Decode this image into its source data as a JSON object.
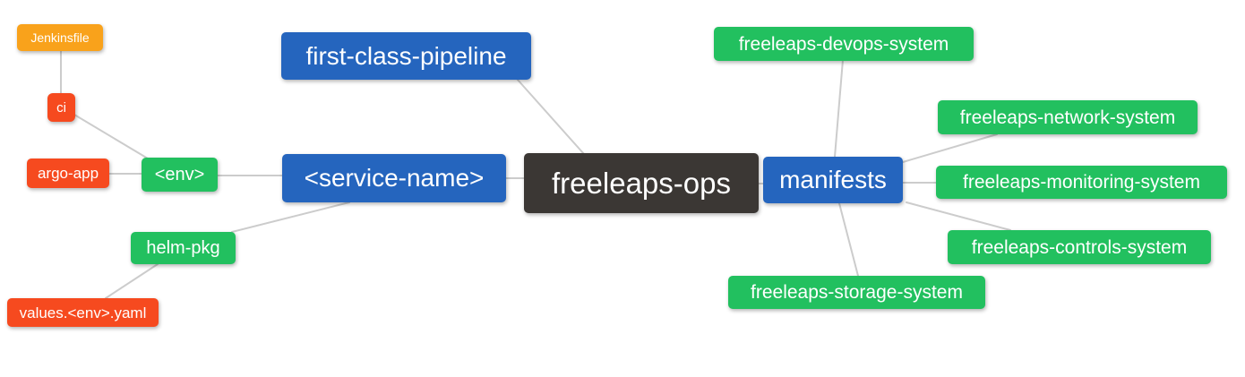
{
  "diagram": {
    "type": "mindmap",
    "root": "freeleaps-ops",
    "palette": {
      "blue": "#2565BE",
      "green": "#22C05F",
      "red": "#F64A1F",
      "orange": "#F9A21B",
      "dark": "#3B3734",
      "edge": "#CCCCCC",
      "text": "#FFFFFF",
      "background": "#FFFFFF"
    },
    "nodes": {
      "jenkinsfile": {
        "label": "Jenkinsfile",
        "color": "orange"
      },
      "ci": {
        "label": "ci",
        "color": "red"
      },
      "argo_app": {
        "label": "argo-app",
        "color": "red"
      },
      "env": {
        "label": "<env>",
        "color": "green"
      },
      "helm_pkg": {
        "label": "helm-pkg",
        "color": "green"
      },
      "values_env_yaml": {
        "label": "values.<env>.yaml",
        "color": "red"
      },
      "first_class_pipeline": {
        "label": "first-class-pipeline",
        "color": "blue"
      },
      "service_name": {
        "label": "<service-name>",
        "color": "blue"
      },
      "freeleaps_ops": {
        "label": "freeleaps-ops",
        "color": "dark"
      },
      "manifests": {
        "label": "manifests",
        "color": "blue"
      },
      "devops_system": {
        "label": "freeleaps-devops-system",
        "color": "green"
      },
      "network_system": {
        "label": "freeleaps-network-system",
        "color": "green"
      },
      "monitoring_system": {
        "label": "freeleaps-monitoring-system",
        "color": "green"
      },
      "controls_system": {
        "label": "freeleaps-controls-system",
        "color": "green"
      },
      "storage_system": {
        "label": "freeleaps-storage-system",
        "color": "green"
      }
    },
    "edges": [
      [
        "jenkinsfile",
        "ci"
      ],
      [
        "ci",
        "env"
      ],
      [
        "argo_app",
        "env"
      ],
      [
        "env",
        "service_name"
      ],
      [
        "helm_pkg",
        "service_name"
      ],
      [
        "values_env_yaml",
        "helm_pkg"
      ],
      [
        "first_class_pipeline",
        "freeleaps_ops"
      ],
      [
        "service_name",
        "freeleaps_ops"
      ],
      [
        "freeleaps_ops",
        "manifests"
      ],
      [
        "manifests",
        "devops_system"
      ],
      [
        "manifests",
        "network_system"
      ],
      [
        "manifests",
        "monitoring_system"
      ],
      [
        "manifests",
        "controls_system"
      ],
      [
        "manifests",
        "storage_system"
      ]
    ]
  }
}
